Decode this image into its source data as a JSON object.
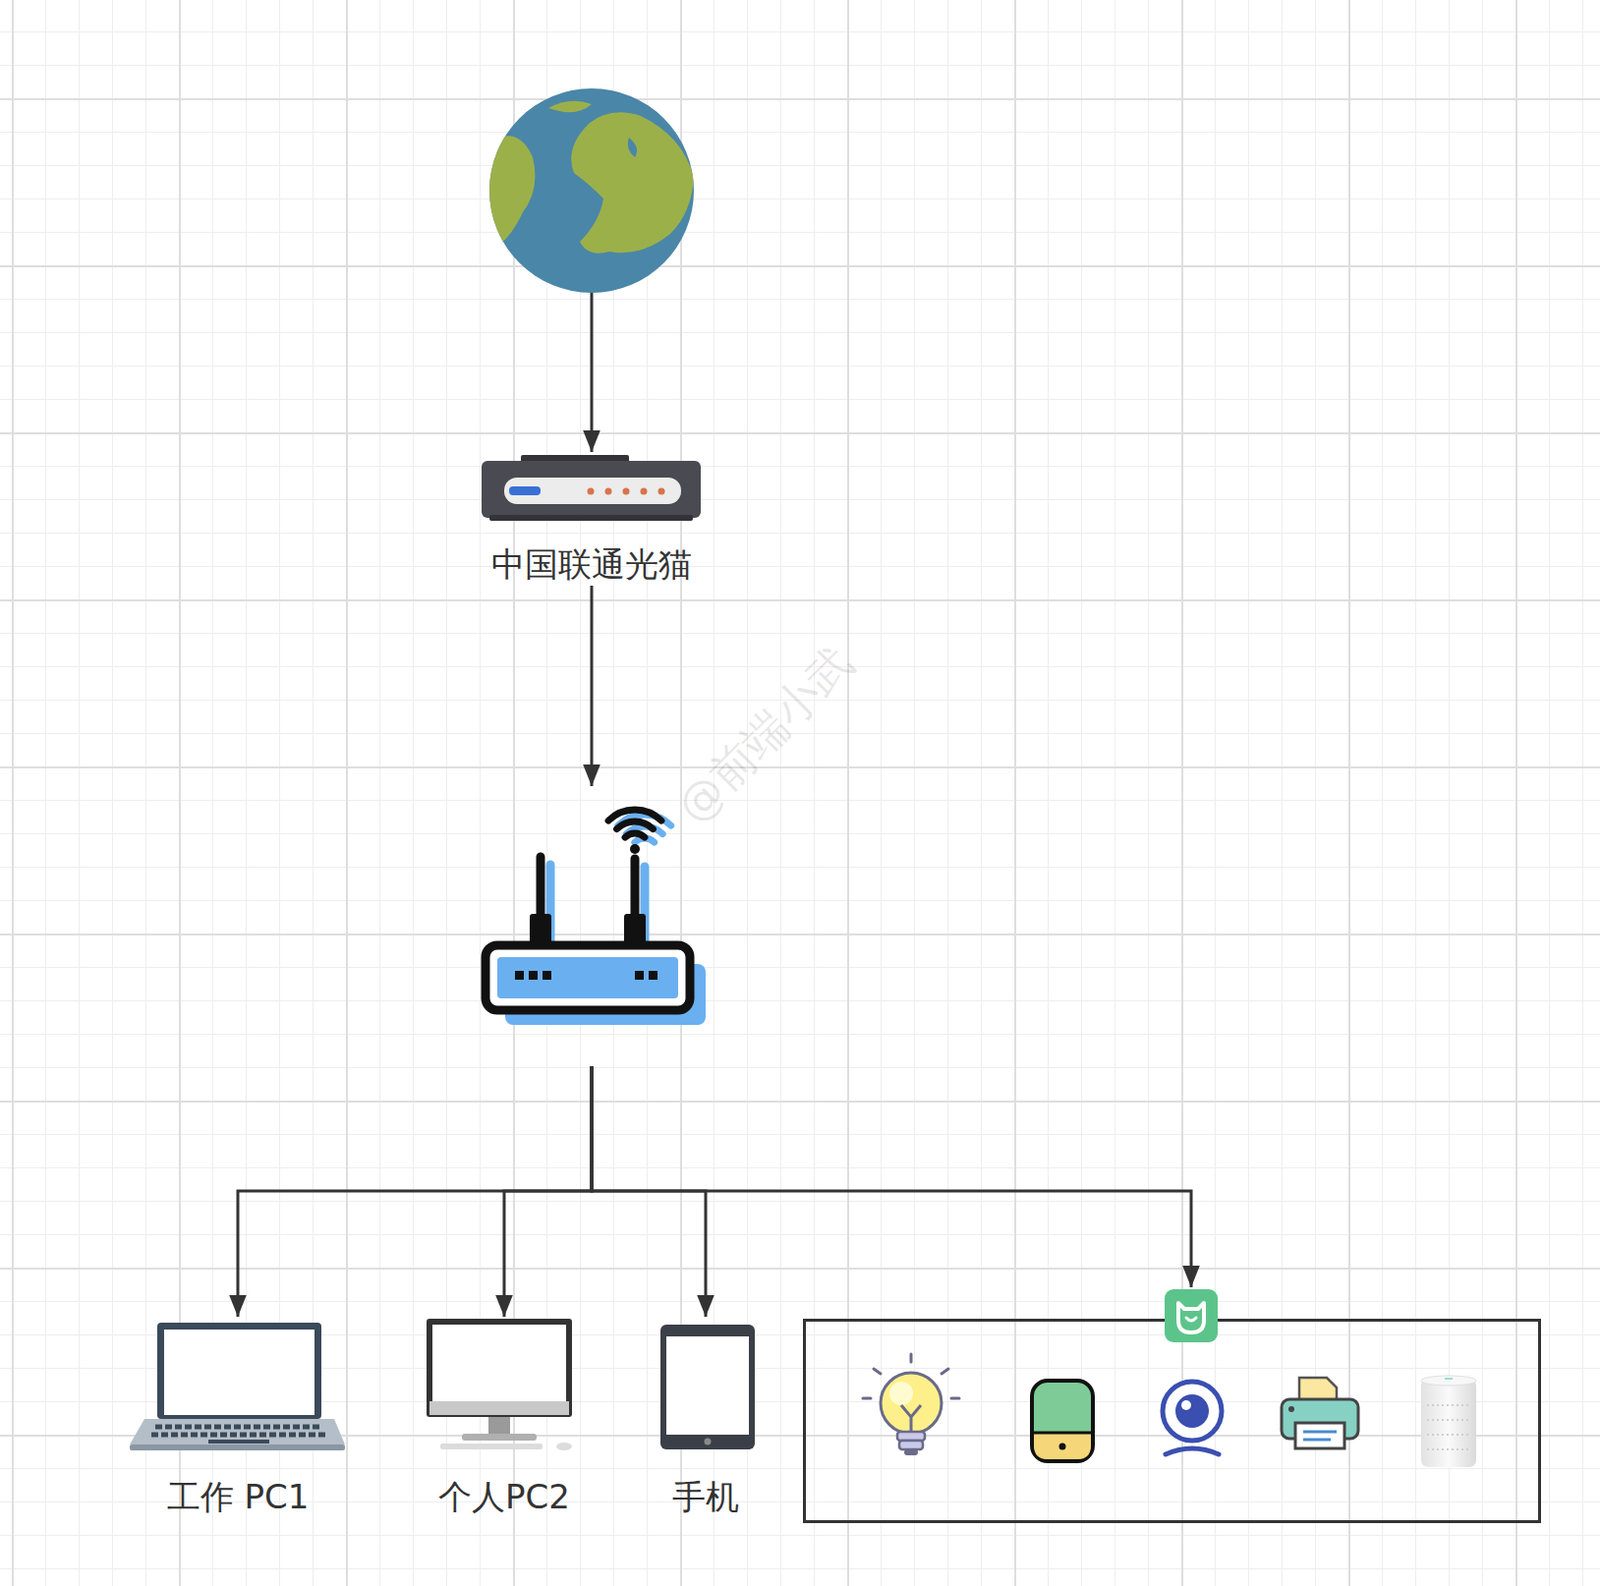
{
  "diagram": {
    "nodes": [
      {
        "text": []
      },
      {
        "text": [
          "中国联通光猫"
        ]
      },
      {
        "text": []
      },
      {
        "text": [
          "工作 PC1"
        ]
      },
      {
        "text": [
          "个人PC2"
        ]
      },
      {
        "text": [
          "手机"
        ]
      },
      {
        "text": []
      }
    ],
    "edges": [
      {
        "from": 0,
        "to": 1,
        "arrow": "to"
      },
      {
        "from": 1,
        "to": 2,
        "arrow": "to"
      },
      {
        "from": 2,
        "to": 3,
        "arrow": "to"
      },
      {
        "from": 2,
        "to": 4,
        "arrow": "to"
      },
      {
        "from": 2,
        "to": 5,
        "arrow": "to"
      },
      {
        "from": 2,
        "to": 6,
        "arrow": "to"
      }
    ],
    "labels": [
      "@前端小武"
    ]
  }
}
